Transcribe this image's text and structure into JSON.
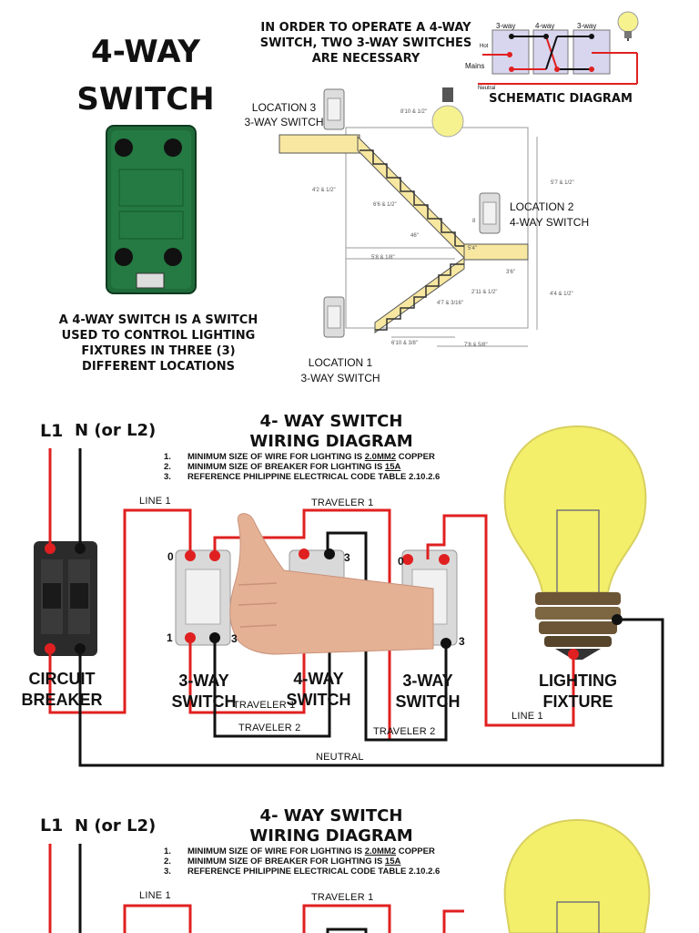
{
  "top": {
    "title_line1": "4-WAY",
    "title_line2": "SWITCH",
    "intro_text": "IN ORDER TO OPERATE A 4-WAY SWITCH, TWO 3-WAY SWITCHES ARE NECESSARY",
    "schematic_caption": "SCHEMATIC DIAGRAM",
    "schematic_labels": [
      "3-way",
      "4-way",
      "3-way",
      "Hot",
      "Mains",
      "Neutral"
    ],
    "description": "A 4-WAY SWITCH IS A SWITCH USED TO CONTROL LIGHTING FIXTURES IN THREE (3) DIFFERENT LOCATIONS",
    "location3": {
      "line1": "LOCATION 3",
      "line2": "3-WAY SWITCH"
    },
    "location2": {
      "line1": "LOCATION 2",
      "line2": "4-WAY SWITCH"
    },
    "location1": {
      "line1": "LOCATION 1",
      "line2": "3-WAY SWITCH"
    },
    "dimensions": [
      "8'10 & 1/2\"",
      "5'7 & 1/2\"",
      "4'2 & 1/2\"",
      "6'6 & 1/2\"",
      "46\"",
      "5'8 & 1/8\"",
      "5'4\"",
      "3'6\"",
      "2'11 & 1/2\"",
      "4'4 & 1/2\"",
      "4'7 & 3/16\"",
      "6'10 & 3/8\"",
      "7'8 & 5/8\"",
      "8"
    ]
  },
  "wiring": {
    "l1": "L1",
    "n_l2": "N (or L2)",
    "title_line1": "4- WAY SWITCH",
    "title_line2": "WIRING DIAGRAM",
    "notes": [
      {
        "num": "1.",
        "text_pre": "MINIMUM SIZE OF WIRE FOR LIGHTING IS ",
        "text_ul": "2.0MM2",
        "text_post": " COPPER"
      },
      {
        "num": "2.",
        "text_pre": "MINIMUM SIZE OF BREAKER FOR LIGHTING IS ",
        "text_ul": "15A",
        "text_post": ""
      },
      {
        "num": "3.",
        "text_pre": "REFERENCE PHILIPPINE ELECTRICAL CODE TABLE 2.10.2.6",
        "text_ul": "",
        "text_post": ""
      }
    ],
    "line1": "LINE 1",
    "traveler1": "TRAVELER 1",
    "traveler2": "TRAVELER 2",
    "neutral": "NEUTRAL",
    "terminal_0": "0",
    "terminal_1": "1",
    "terminal_3": "3",
    "circuit_breaker_line1": "CIRCUIT",
    "circuit_breaker_line2": "BREAKER",
    "sw1_line1": "3-WAY",
    "sw1_line2": "SWITCH",
    "sw2_line1": "4-WAY",
    "sw2_line2": "SWITCH",
    "sw3_line1": "3-WAY",
    "sw3_line2": "SWITCH",
    "fixture_line1": "LIGHTING",
    "fixture_line2": "FIXTURE"
  },
  "colors": {
    "hot": "#e02020",
    "neutral": "#111111",
    "switch_green": "#1f6b3a",
    "bulb": "#f3ef6a",
    "stair": "#f7e7a0"
  }
}
